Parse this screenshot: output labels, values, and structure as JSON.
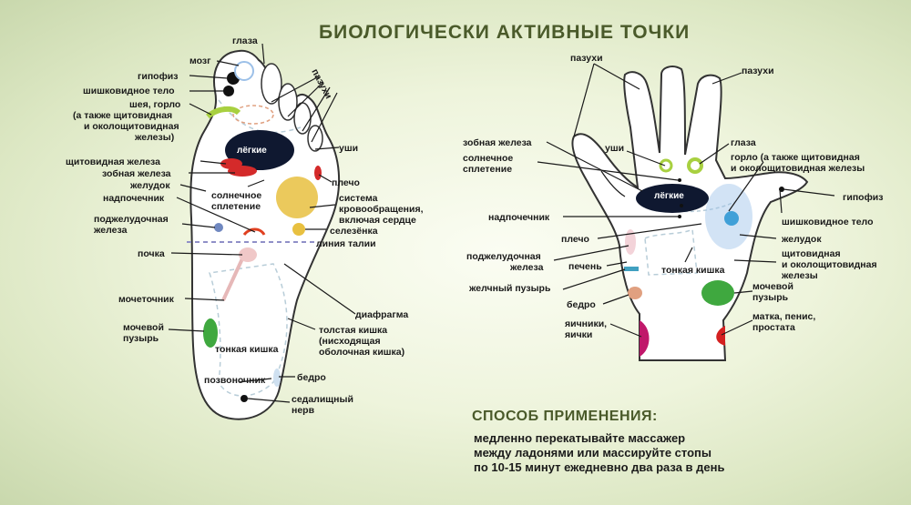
{
  "title": "БИОЛОГИЧЕСКИ АКТИВНЫЕ ТОЧКИ",
  "foot": {
    "in_label": "лёгкие",
    "labels": {
      "mozg": "мозг",
      "glaza": "глаза",
      "pazuhi": "пазухи",
      "gipofiz": "гипофиз",
      "shishk": "шишковидное тело",
      "sheya1": "шея, горло",
      "sheya2": "(а также щитовидная",
      "sheya3": "и околощитовидная",
      "sheya4": "железы)",
      "ushi": "уши",
      "shchit": "щитовидная железа",
      "zob": "зобная железа",
      "plecho": "плечо",
      "zhel": "желудок",
      "solnech1": "солнечное",
      "solnech2": "сплетение",
      "sistema1": "система",
      "sistema2": "кровообращения,",
      "sistema3": "включая сердце",
      "nadpoch": "надпочечник",
      "podzh1": "поджелудочная",
      "podzh2": "железа",
      "selez": "селезёнка",
      "liniya": "линия талии",
      "pochka": "почка",
      "mochet": "мочеточник",
      "diafr": "диафрагма",
      "mochev1": "мочевой",
      "mochev2": "пузырь",
      "tolst1": "толстая кишка",
      "tolst2": "(нисходящая",
      "tolst3": "оболочная кишка)",
      "tonk": "тонкая кишка",
      "pozv": "позвоночник",
      "bedro": "бедро",
      "sedal1": "седалищный",
      "sedal2": "нерв"
    }
  },
  "hand": {
    "in_label": "лёгкие",
    "labels": {
      "pazuhi_l": "пазухи",
      "pazuhi_r": "пазухи",
      "zob": "зобная железа",
      "ushi": "уши",
      "glaza": "глаза",
      "solnech1": "солнечное",
      "solnech2": "сплетение",
      "gorlo1": "горло (а также щитовидная",
      "gorlo2": "и околощитовидная железы",
      "gipofiz": "гипофиз",
      "nadpoch": "надпочечник",
      "shishk": "шишковидное тело",
      "plecho": "плечо",
      "zhel": "желудок",
      "podzh1": "поджелудочная",
      "podzh2": "железа",
      "pechen": "печень",
      "tonk": "тонкая кишка",
      "shchit1": "щитовидная",
      "shchit2": "и околощитовидная",
      "shchit3": "железы",
      "zhelch": "желчный пузырь",
      "mochev1": "мочевой",
      "mochev2": "пузырь",
      "bedro": "бедро",
      "matka1": "матка, пенис,",
      "matka2": "простата",
      "yaich1": "яичники,",
      "yaich2": "яички"
    }
  },
  "method": {
    "heading": "СПОСОБ ПРИМЕНЕНИЯ:",
    "line1": "медленно перекатывайте массажер",
    "line2": "между ладонями или массируйте стопы",
    "line3": "по 10-15 минут ежедневно два раза в день"
  },
  "colors": {
    "title": "#4a5a2a",
    "lungs": "#0f1830",
    "thyroid": "#d42a2a",
    "heart": "#e8c040",
    "neck": "#a8d040",
    "bladder": "#3fa83f",
    "ovaries": "#c0186a",
    "uterus": "#d42020",
    "adrenal": "#e04020",
    "pancreas": "#7088c0",
    "eyes": "#a8d040",
    "pituitary_glow": "#9cc0e8",
    "gallbladder": "#40a0c0",
    "hip": "#e0a080"
  }
}
